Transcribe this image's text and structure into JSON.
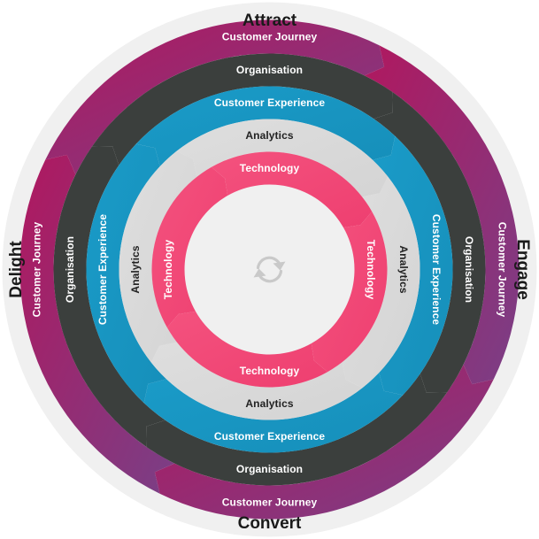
{
  "stages": {
    "top": "Attract",
    "right": "Engage",
    "bottom": "Convert",
    "left": "Delight"
  },
  "rings": [
    {
      "key": "journey",
      "label": "Customer Journey",
      "color_a": "#b0185f",
      "color_b": "#7a3f86",
      "text_color": "#ffffff"
    },
    {
      "key": "organisation",
      "label": "Organisation",
      "color_a": "#3b3f3d",
      "color_b": "#3b3f3d",
      "text_color": "#ffffff"
    },
    {
      "key": "experience",
      "label": "Customer Experience",
      "color_a": "#1a9bc8",
      "color_b": "#168fba",
      "text_color": "#ffffff"
    },
    {
      "key": "analytics",
      "label": "Analytics",
      "color_a": "#dedede",
      "color_b": "#d4d4d4",
      "text_color": "#222222"
    },
    {
      "key": "technology",
      "label": "Technology",
      "color_a": "#f4527e",
      "color_b": "#ee3f70",
      "text_color": "#ffffff"
    }
  ],
  "outer_ring_color": "#f0f0f0",
  "hub_color": "#f0f0f0",
  "hub_icon": "cycle-arrows-icon",
  "hub_icon_color": "#c9c9c9"
}
